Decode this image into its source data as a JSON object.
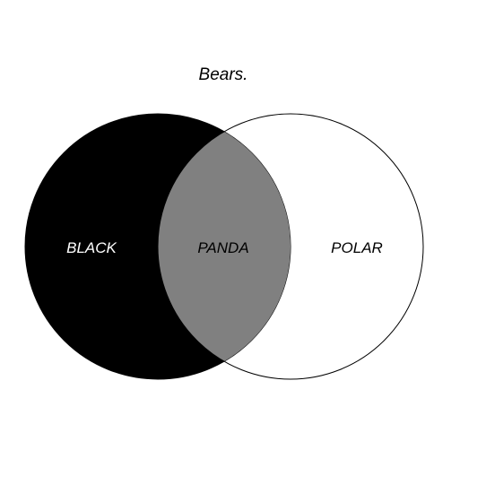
{
  "diagram": {
    "title": "Bears.",
    "sets": [
      {
        "label": "BLACK",
        "fill": "#000000",
        "text_color": "#ffffff"
      },
      {
        "label": "POLAR",
        "fill": "#ffffff",
        "text_color": "#000000"
      }
    ],
    "intersection": {
      "label": "PANDA",
      "fill": "#808080",
      "text_color": "#000000"
    },
    "outline_color": "#000000",
    "background": "#ffffff"
  }
}
